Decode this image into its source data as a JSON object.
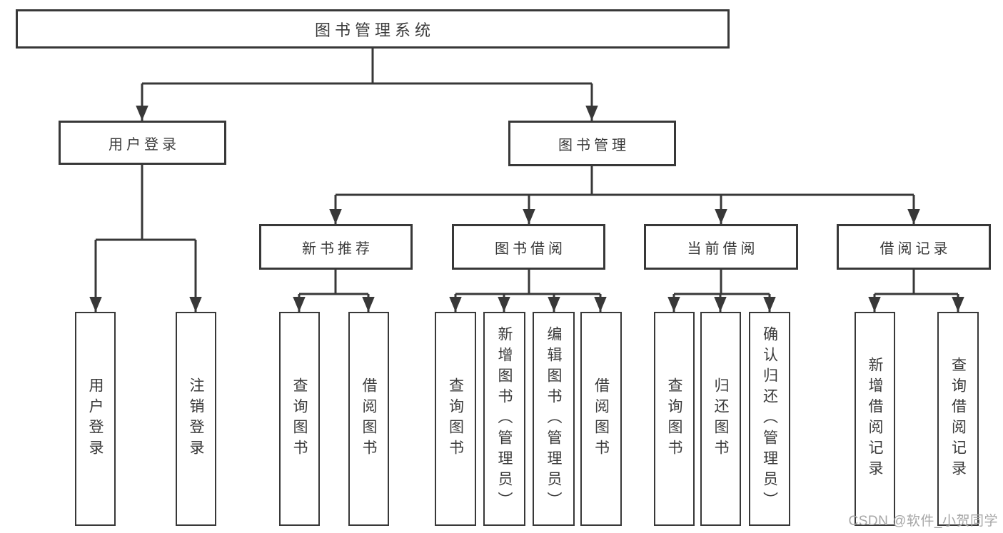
{
  "tree": {
    "label": "图书管理系统",
    "children": [
      {
        "label": "用户登录",
        "children": [
          {
            "label": "用户登录"
          },
          {
            "label": "注销登录"
          }
        ]
      },
      {
        "label": "图书管理",
        "children": [
          {
            "label": "新书推荐",
            "children": [
              {
                "label": "查询图书"
              },
              {
                "label": "借阅图书"
              }
            ]
          },
          {
            "label": "图书借阅",
            "children": [
              {
                "label": "查询图书"
              },
              {
                "label": "新增图书（管理员）"
              },
              {
                "label": "编辑图书（管理员）"
              },
              {
                "label": "借阅图书"
              }
            ]
          },
          {
            "label": "当前借阅",
            "children": [
              {
                "label": "查询图书"
              },
              {
                "label": "归还图书"
              },
              {
                "label": "确认归还（管理员）"
              }
            ]
          },
          {
            "label": "借阅记录",
            "children": [
              {
                "label": "新增借阅记录"
              },
              {
                "label": "查询借阅记录"
              }
            ]
          }
        ]
      }
    ]
  },
  "watermark": "CSDN @软件_小贺同学",
  "colors": {
    "line": "#383838",
    "box_border": "#383838",
    "text": "#3a3a3a",
    "box_background": "#ffffff",
    "page_background": "#ffffff",
    "watermark": "#a6a6a6"
  }
}
